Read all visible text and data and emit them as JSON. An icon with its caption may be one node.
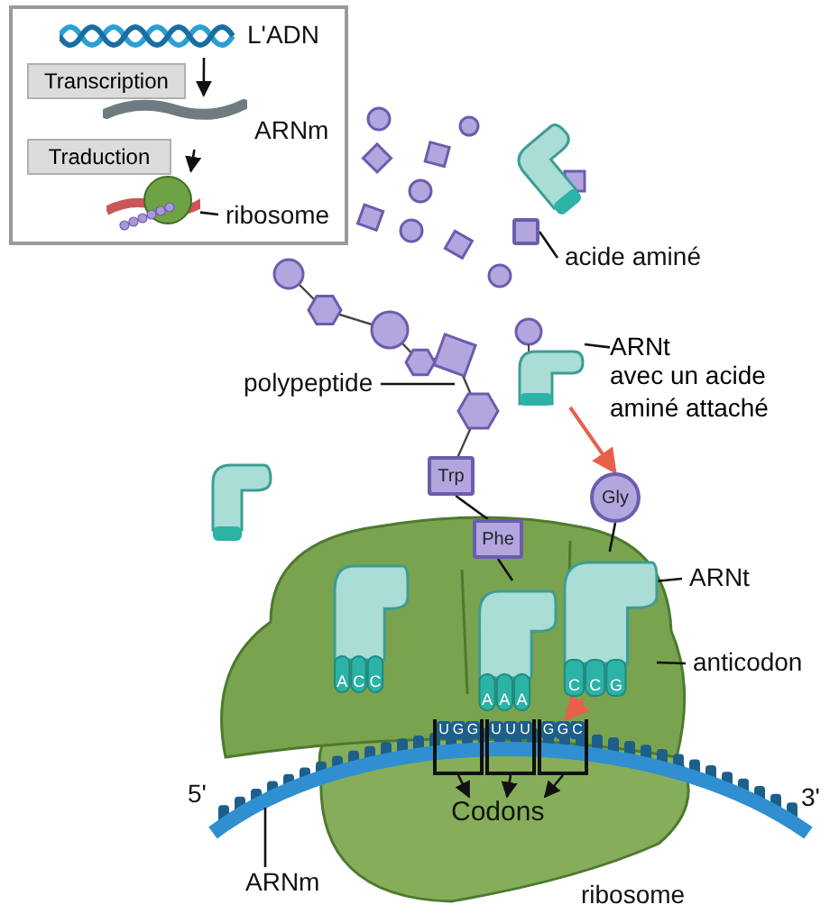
{
  "diagram": {
    "nodes": [
      {
        "text": [],
        "shape": "box"
      },
      {
        "text": [
          "L'ADN"
        ],
        "in": 0
      },
      {
        "text": [
          "Transcription"
        ],
        "in": 0
      },
      {
        "text": [
          "ARNm"
        ],
        "in": 0
      },
      {
        "text": [
          "Traduction"
        ],
        "in": 0
      },
      {
        "text": [],
        "shape": "picture",
        "in": 0
      },
      {
        "text": [
          "ribosome"
        ],
        "in": 0
      },
      {
        "text": [],
        "shape": "box"
      },
      {
        "text": [
          "acide aminé"
        ]
      },
      {
        "text": [
          "polypeptide"
        ]
      },
      {
        "text": [],
        "shape": "picture"
      },
      {
        "text": [
          "ARNt",
          "avec un acide aminé attaché"
        ]
      },
      {
        "text": [
          "Trp"
        ]
      },
      {
        "text": [
          "Phe"
        ]
      },
      {
        "text": [
          "Gly"
        ]
      },
      {
        "text": [
          "A",
          "C",
          "C"
        ]
      },
      {
        "text": [
          "A",
          "A",
          "A"
        ]
      },
      {
        "text": [
          "C",
          "C",
          "G"
        ]
      },
      {
        "text": [
          "ARNt"
        ]
      },
      {
        "text": [
          "anticodon"
        ]
      },
      {
        "text": [
          "U",
          "G",
          "G"
        ]
      },
      {
        "text": [
          "U",
          "U",
          "U"
        ]
      },
      {
        "text": [
          "G",
          "G",
          "C"
        ]
      },
      {
        "text": [
          "Codons"
        ]
      },
      {
        "text": [
          "ARNm"
        ]
      }
    ],
    "edges": [
      {
        "from": 1,
        "to": 3,
        "arrow": "to"
      },
      {
        "from": 3,
        "to": 5,
        "arrow": "to"
      },
      {
        "from": 6,
        "to": 5,
        "arrow": "none"
      },
      {
        "from": 8,
        "to": 7,
        "arrow": "none"
      },
      {
        "from": 9,
        "to": null,
        "arrow": "none"
      },
      {
        "from": 11,
        "to": 10,
        "arrow": "none"
      },
      {
        "from": 10,
        "to": 14,
        "arrow": "to",
        "color": "#e8604c"
      },
      {
        "from": 12,
        "to": 13,
        "arrow": "none"
      },
      {
        "from": 13,
        "to": 16,
        "arrow": "none"
      },
      {
        "from": 14,
        "to": 17,
        "arrow": "none"
      },
      {
        "from": 18,
        "to": 17,
        "arrow": "none"
      },
      {
        "from": 19,
        "to": 17,
        "arrow": "none"
      },
      {
        "from": 17,
        "to": 22,
        "arrow": "to",
        "color": "#e8604c"
      },
      {
        "from": 20,
        "to": 23,
        "arrow": "to"
      },
      {
        "from": 21,
        "to": 23,
        "arrow": "to"
      },
      {
        "from": 22,
        "to": 23,
        "arrow": "to"
      },
      {
        "from": 24,
        "to": null,
        "arrow": "none"
      }
    ],
    "labels": [
      "5'",
      "3'",
      "ribosome"
    ]
  }
}
